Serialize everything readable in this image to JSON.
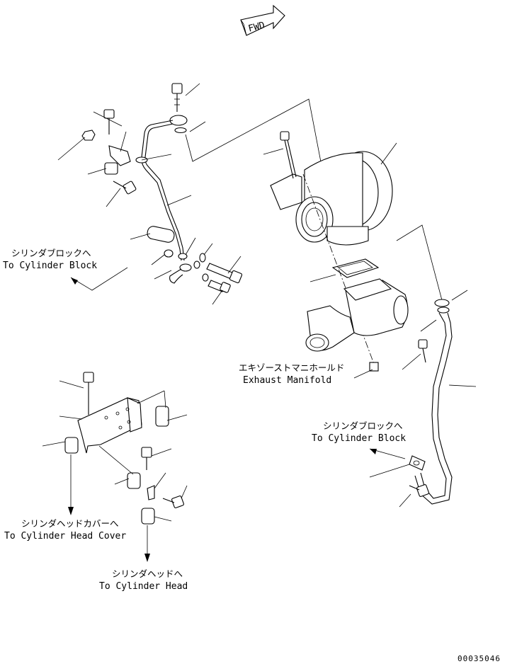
{
  "direction_marker": "FWD",
  "labels": {
    "cyl_block_left_ja": "シリンダブロックへ",
    "cyl_block_left_en": "To Cylinder Block",
    "cyl_block_right_ja": "シリンダブロックへ",
    "cyl_block_right_en": "To Cylinder Block",
    "exhaust_manifold_ja": "エキゾーストマニホールド",
    "exhaust_manifold_en": "Exhaust Manifold",
    "cyl_head_cover_ja": "シリンダヘッドカバーへ",
    "cyl_head_cover_en": "To Cylinder Head Cover",
    "cyl_head_ja": "シリンダヘッドへ",
    "cyl_head_en": "To Cylinder Head"
  },
  "drawing_code": "00035046"
}
